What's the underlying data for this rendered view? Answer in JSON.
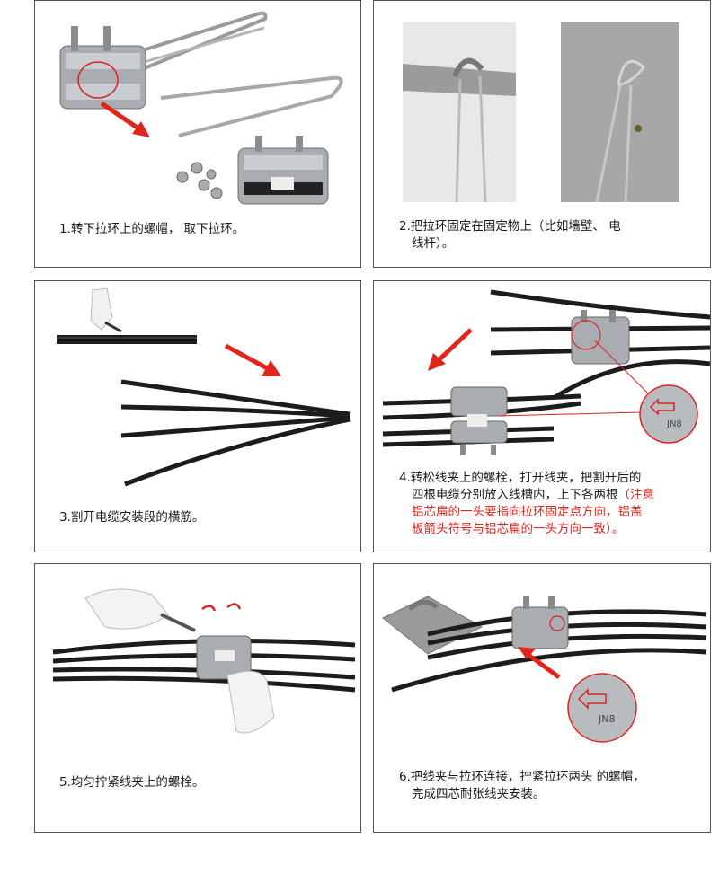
{
  "steps": [
    {
      "num": "1.",
      "text": "转下拉环上的螺帽， 取下拉环。"
    },
    {
      "num": "2.",
      "line1": "把拉环固定在固定物上（比如墙壁、 电",
      "line2": "线杆）。"
    },
    {
      "num": "3.",
      "text": "割开电缆安装段的横筋。"
    },
    {
      "num": "4.",
      "line1": "转松线夹上的螺栓，打开线夹，把割开后的",
      "line2_a": "四根电缆分别放入线槽内，上下各两根",
      "line2_b": "（注意",
      "line3": "铝芯扁的一头要指向拉环固定点方向，铝盖",
      "line4": "板箭头符号与铝芯扁的一头方向一致）。"
    },
    {
      "num": "5.",
      "text": "均匀拧紧线夹上的螺栓。"
    },
    {
      "num": "6.",
      "line1": "把线夹与拉环连接，拧紧拉环两头 的螺帽，",
      "line2": "完成四芯耐张线夹安装。"
    }
  ],
  "logo_text": "JN8",
  "colors": {
    "accent_red": "#e0261c",
    "border": "#555555",
    "cable": "#1c1c1c"
  }
}
